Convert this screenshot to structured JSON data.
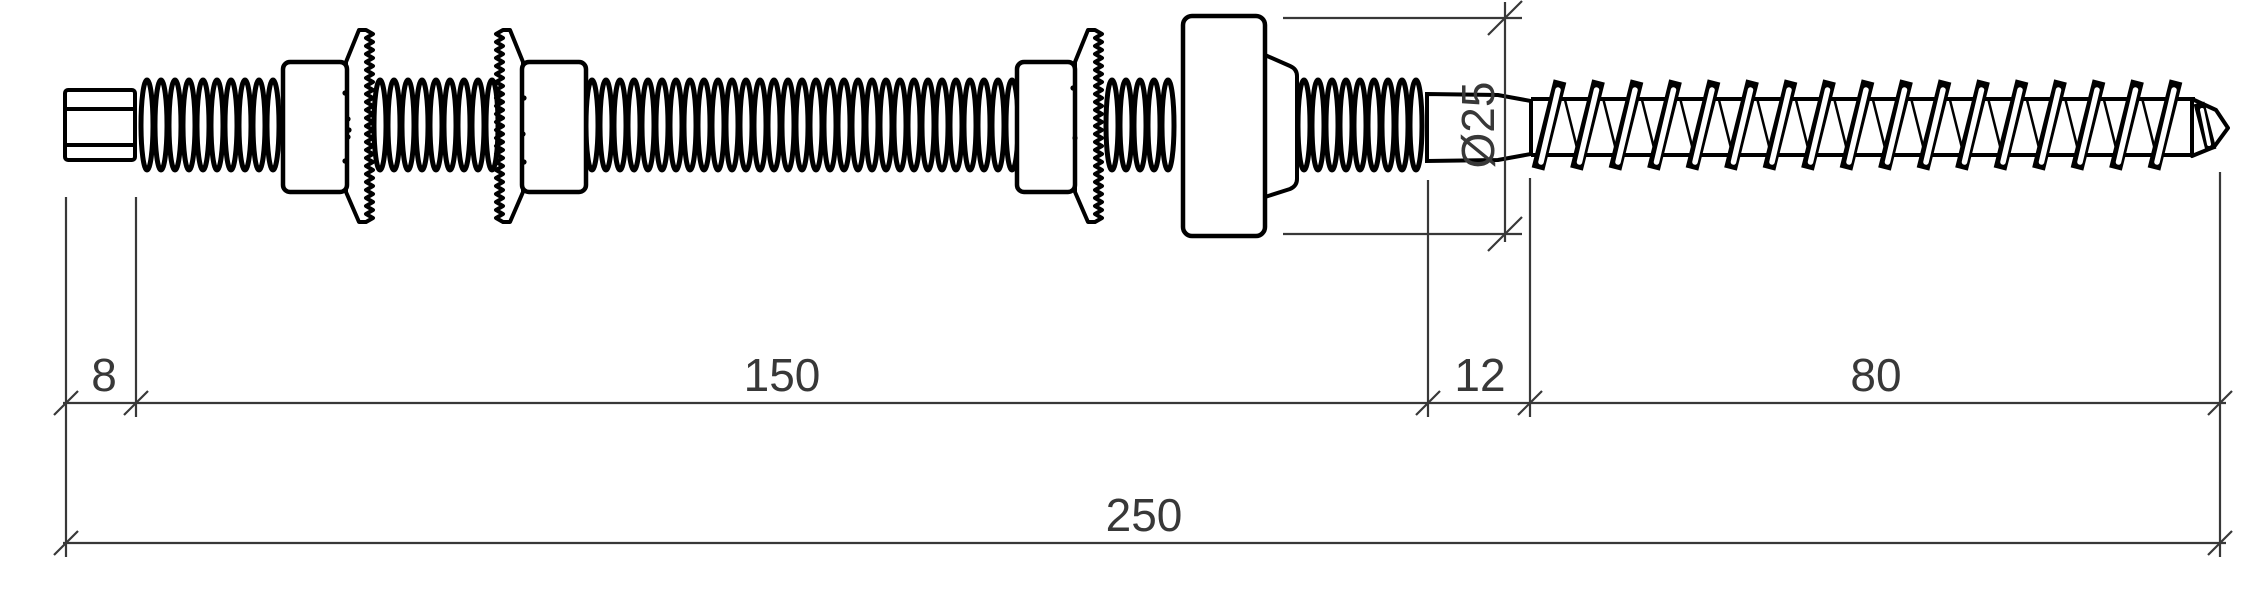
{
  "drawing": {
    "kind": "hanger-bolt-technical-drawing",
    "view": "side-view-with-dimensions"
  },
  "dimensions": {
    "square_drive_length": "8",
    "machine_thread_length": "150",
    "plain_shank_length": "12",
    "wood_thread_length": "80",
    "overall_length": "250",
    "flange_diameter": "Ø25"
  },
  "colors": {
    "line_art": "#000000",
    "dimension": "#383838",
    "background": "#ffffff"
  }
}
